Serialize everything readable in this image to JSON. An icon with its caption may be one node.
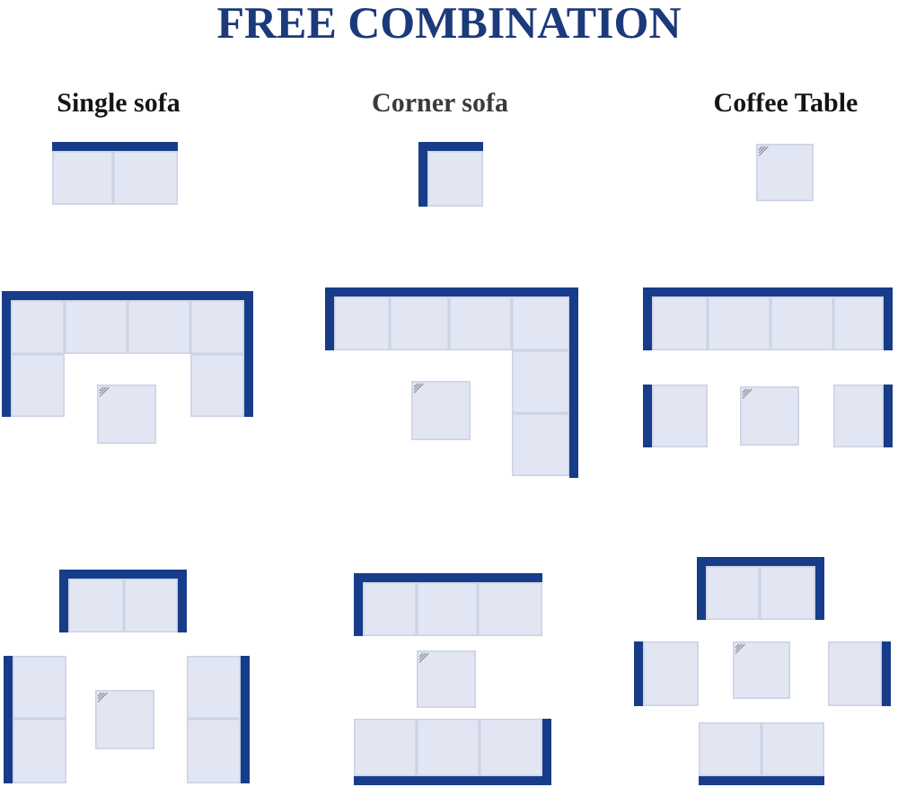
{
  "diagram": {
    "title": "FREE COMBINATION",
    "nodes": [
      {
        "text": [
          "Single sofa"
        ]
      },
      {
        "text": [
          "Corner sofa"
        ]
      },
      {
        "text": [
          "Coffee Table"
        ]
      }
    ]
  }
}
